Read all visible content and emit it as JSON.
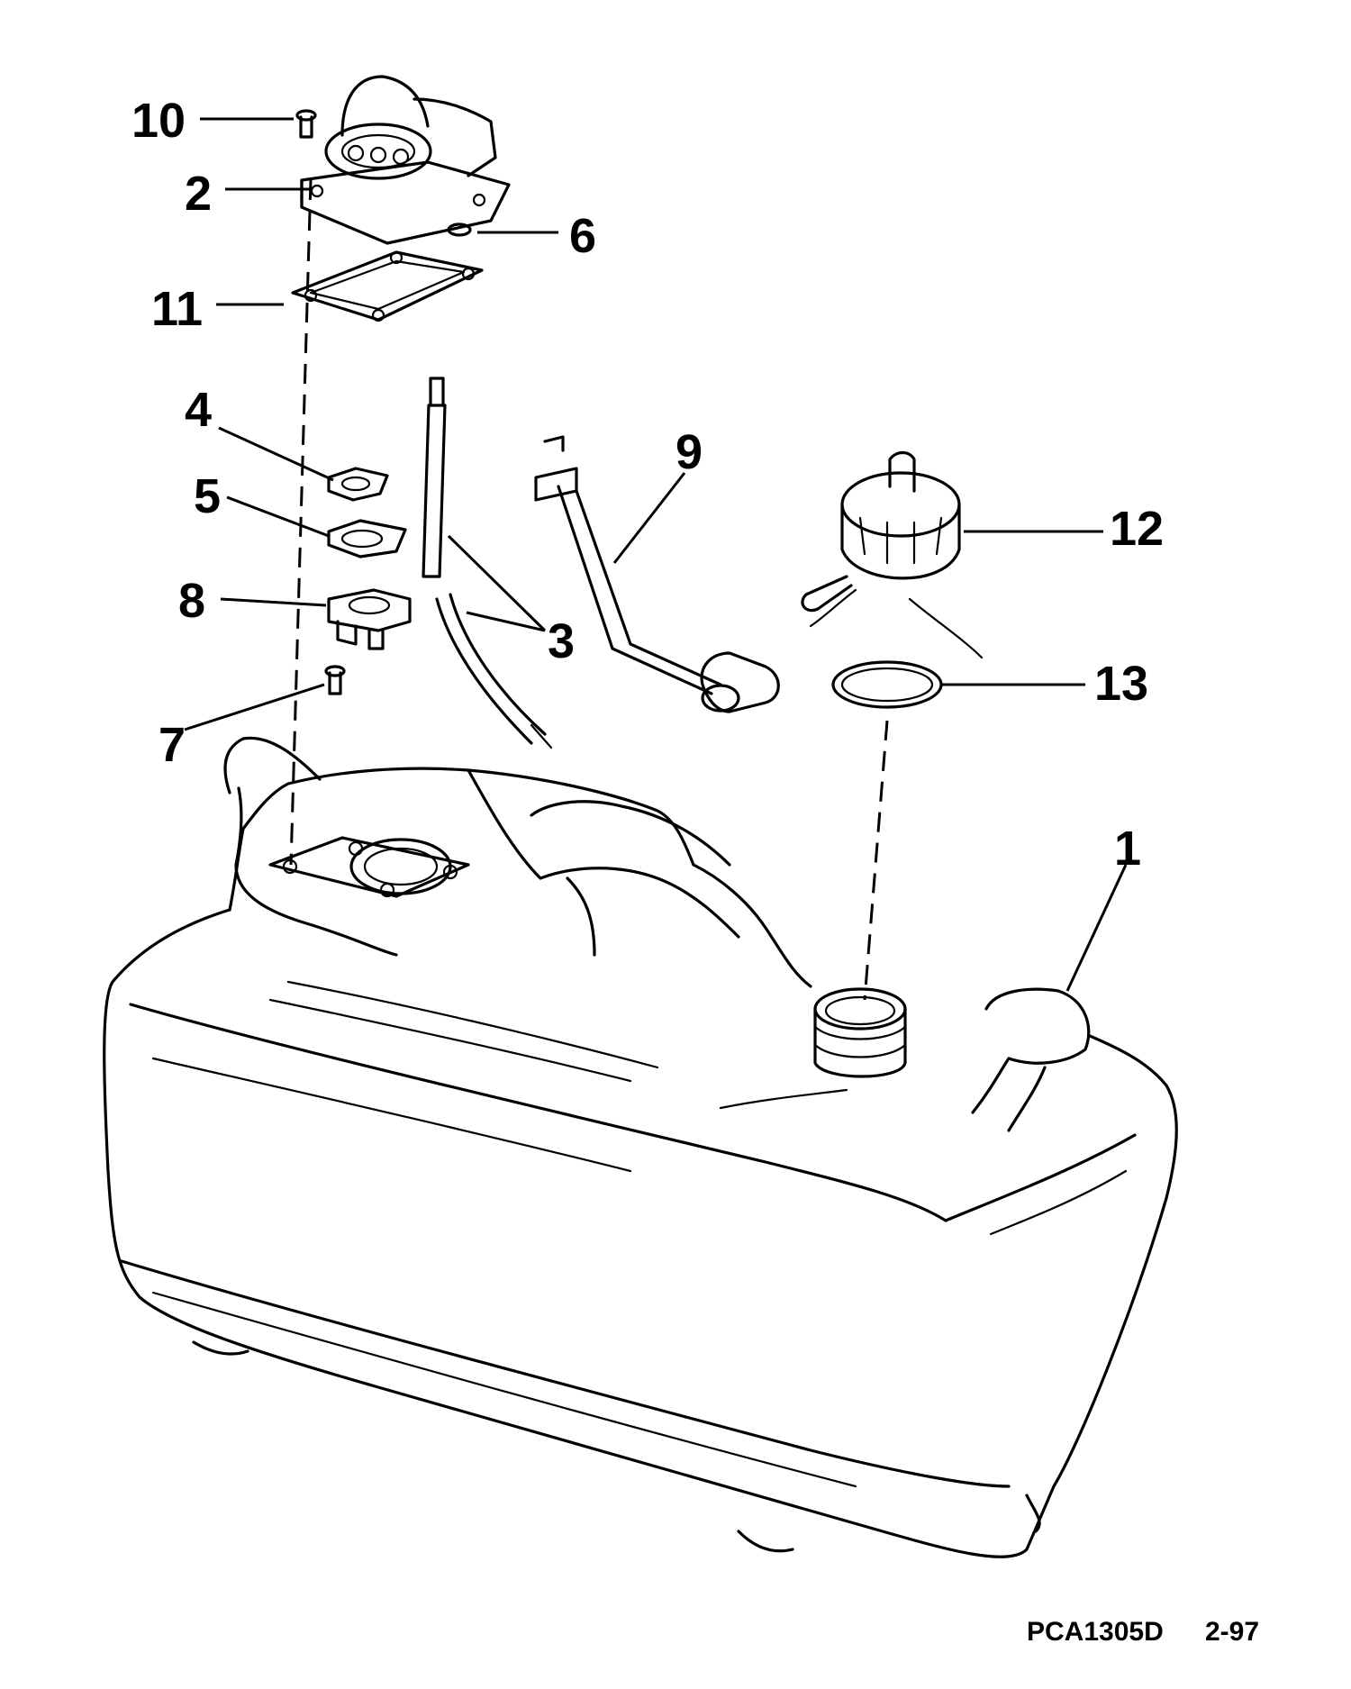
{
  "callouts": {
    "c1": "1",
    "c2": "2",
    "c3": "3",
    "c4": "4",
    "c5": "5",
    "c6": "6",
    "c7": "7",
    "c8": "8",
    "c9": "9",
    "c10": "10",
    "c11": "11",
    "c12": "12",
    "c13": "13"
  },
  "footer": {
    "code": "PCA1305D",
    "date": "2-97"
  }
}
